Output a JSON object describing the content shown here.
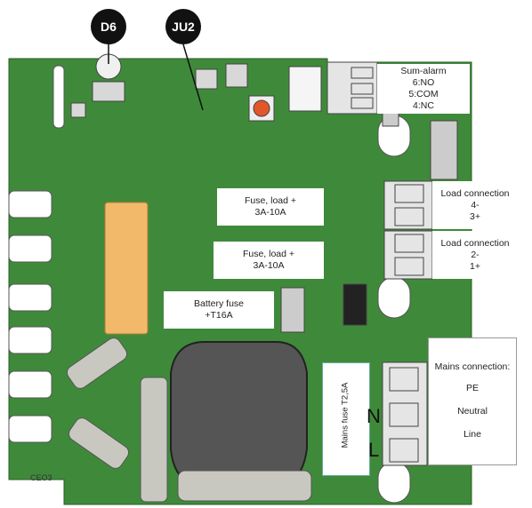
{
  "callouts": {
    "d6": "D6",
    "ju2": "JU2"
  },
  "sum_alarm": {
    "title": "Sum-alarm",
    "line1": "6:NO",
    "line2": "5:COM",
    "line3": "4:NC"
  },
  "fuse_load_1": {
    "line1": "Fuse, load +",
    "line2": "3A-10A"
  },
  "fuse_load_2": {
    "line1": "Fuse, load +",
    "line2": "3A-10A"
  },
  "battery_fuse": {
    "line1": "Battery fuse",
    "line2": "+T16A"
  },
  "load_connection_1": {
    "title": "Load connection",
    "line1": "4-",
    "line2": "3+"
  },
  "load_connection_2": {
    "title": "Load connection",
    "line1": "2-",
    "line2": "1+"
  },
  "mains_connection": {
    "title": "Mains connection:",
    "pe": "PE",
    "neutral": "Neutral",
    "line": "Line"
  },
  "mains_fuse": "Mains fuse T2,5A",
  "letter_n": "N",
  "letter_l": "L",
  "board_code": "CEO3",
  "colors": {
    "pcb": "#3f8a3a",
    "pcb_dark": "#2f6f2c",
    "relay": "#f3b96a",
    "pad": "#d8d8d8"
  }
}
